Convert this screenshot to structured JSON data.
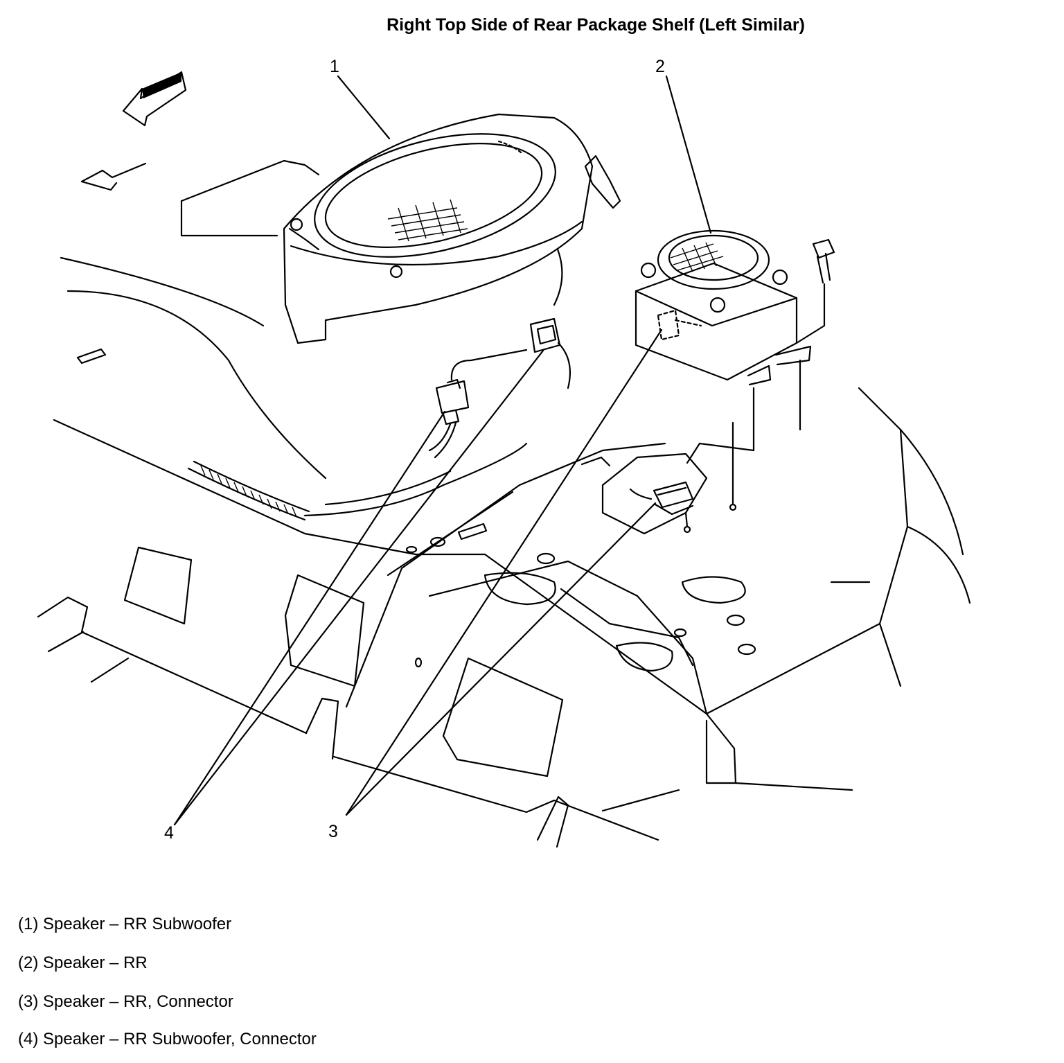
{
  "title": "Right Top Side of Rear Package Shelf (Left Similar)",
  "callouts": {
    "c1": "1",
    "c2": "2",
    "c3": "3",
    "c4": "4"
  },
  "legend": [
    "(1) Speaker – RR Subwoofer",
    "(2) Speaker – RR",
    "(3) Speaker – RR, Connector",
    "(4) Speaker – RR Subwoofer, Connector"
  ],
  "icons": {
    "direction": "forward-arrow-icon"
  }
}
